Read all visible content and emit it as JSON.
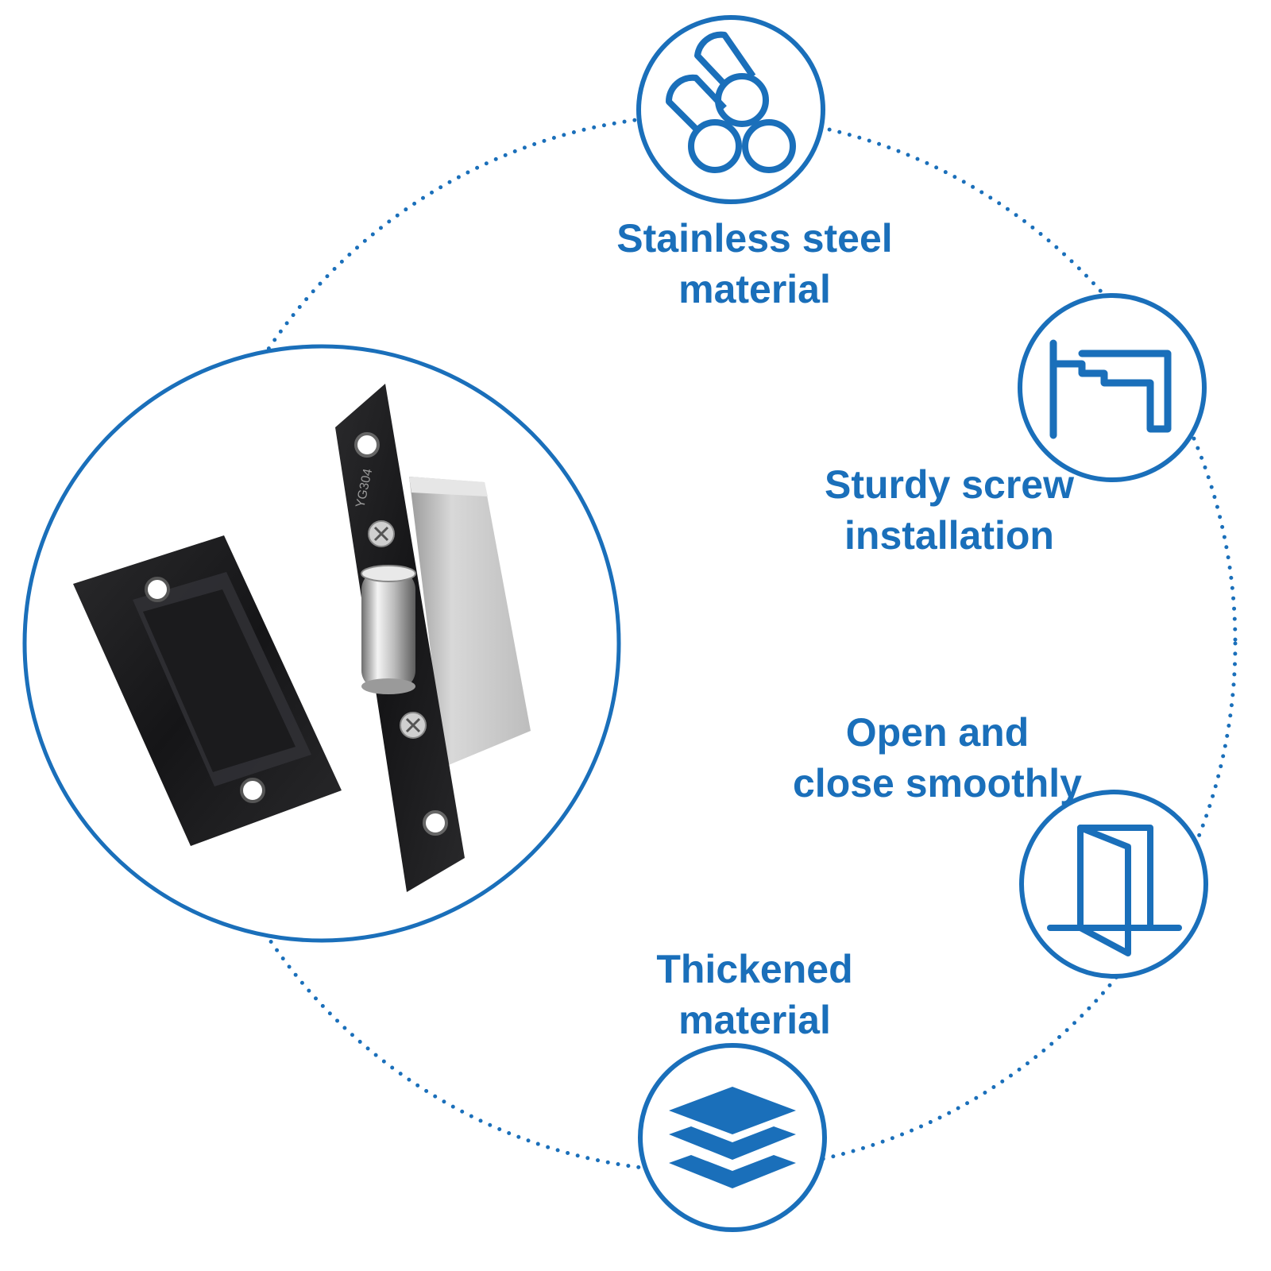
{
  "features": {
    "stainless_steel": {
      "line1": "Stainless steel",
      "line2": "material",
      "icon": "steel-rods-icon"
    },
    "screw_installation": {
      "line1": "Sturdy screw",
      "line2": "installation",
      "icon": "door-frame-profile-icon"
    },
    "smooth_operation": {
      "line1": "Open and",
      "line2": "close smoothly",
      "icon": "open-door-icon"
    },
    "thickened": {
      "line1": "Thickened",
      "line2": "material",
      "icon": "stacked-layers-icon"
    }
  },
  "product": {
    "engraving": "YG304"
  },
  "colors": {
    "accent": "#1a6fba",
    "plate": "#1e1e20",
    "steel_box": "#c9c9c9",
    "background": "#ffffff"
  }
}
